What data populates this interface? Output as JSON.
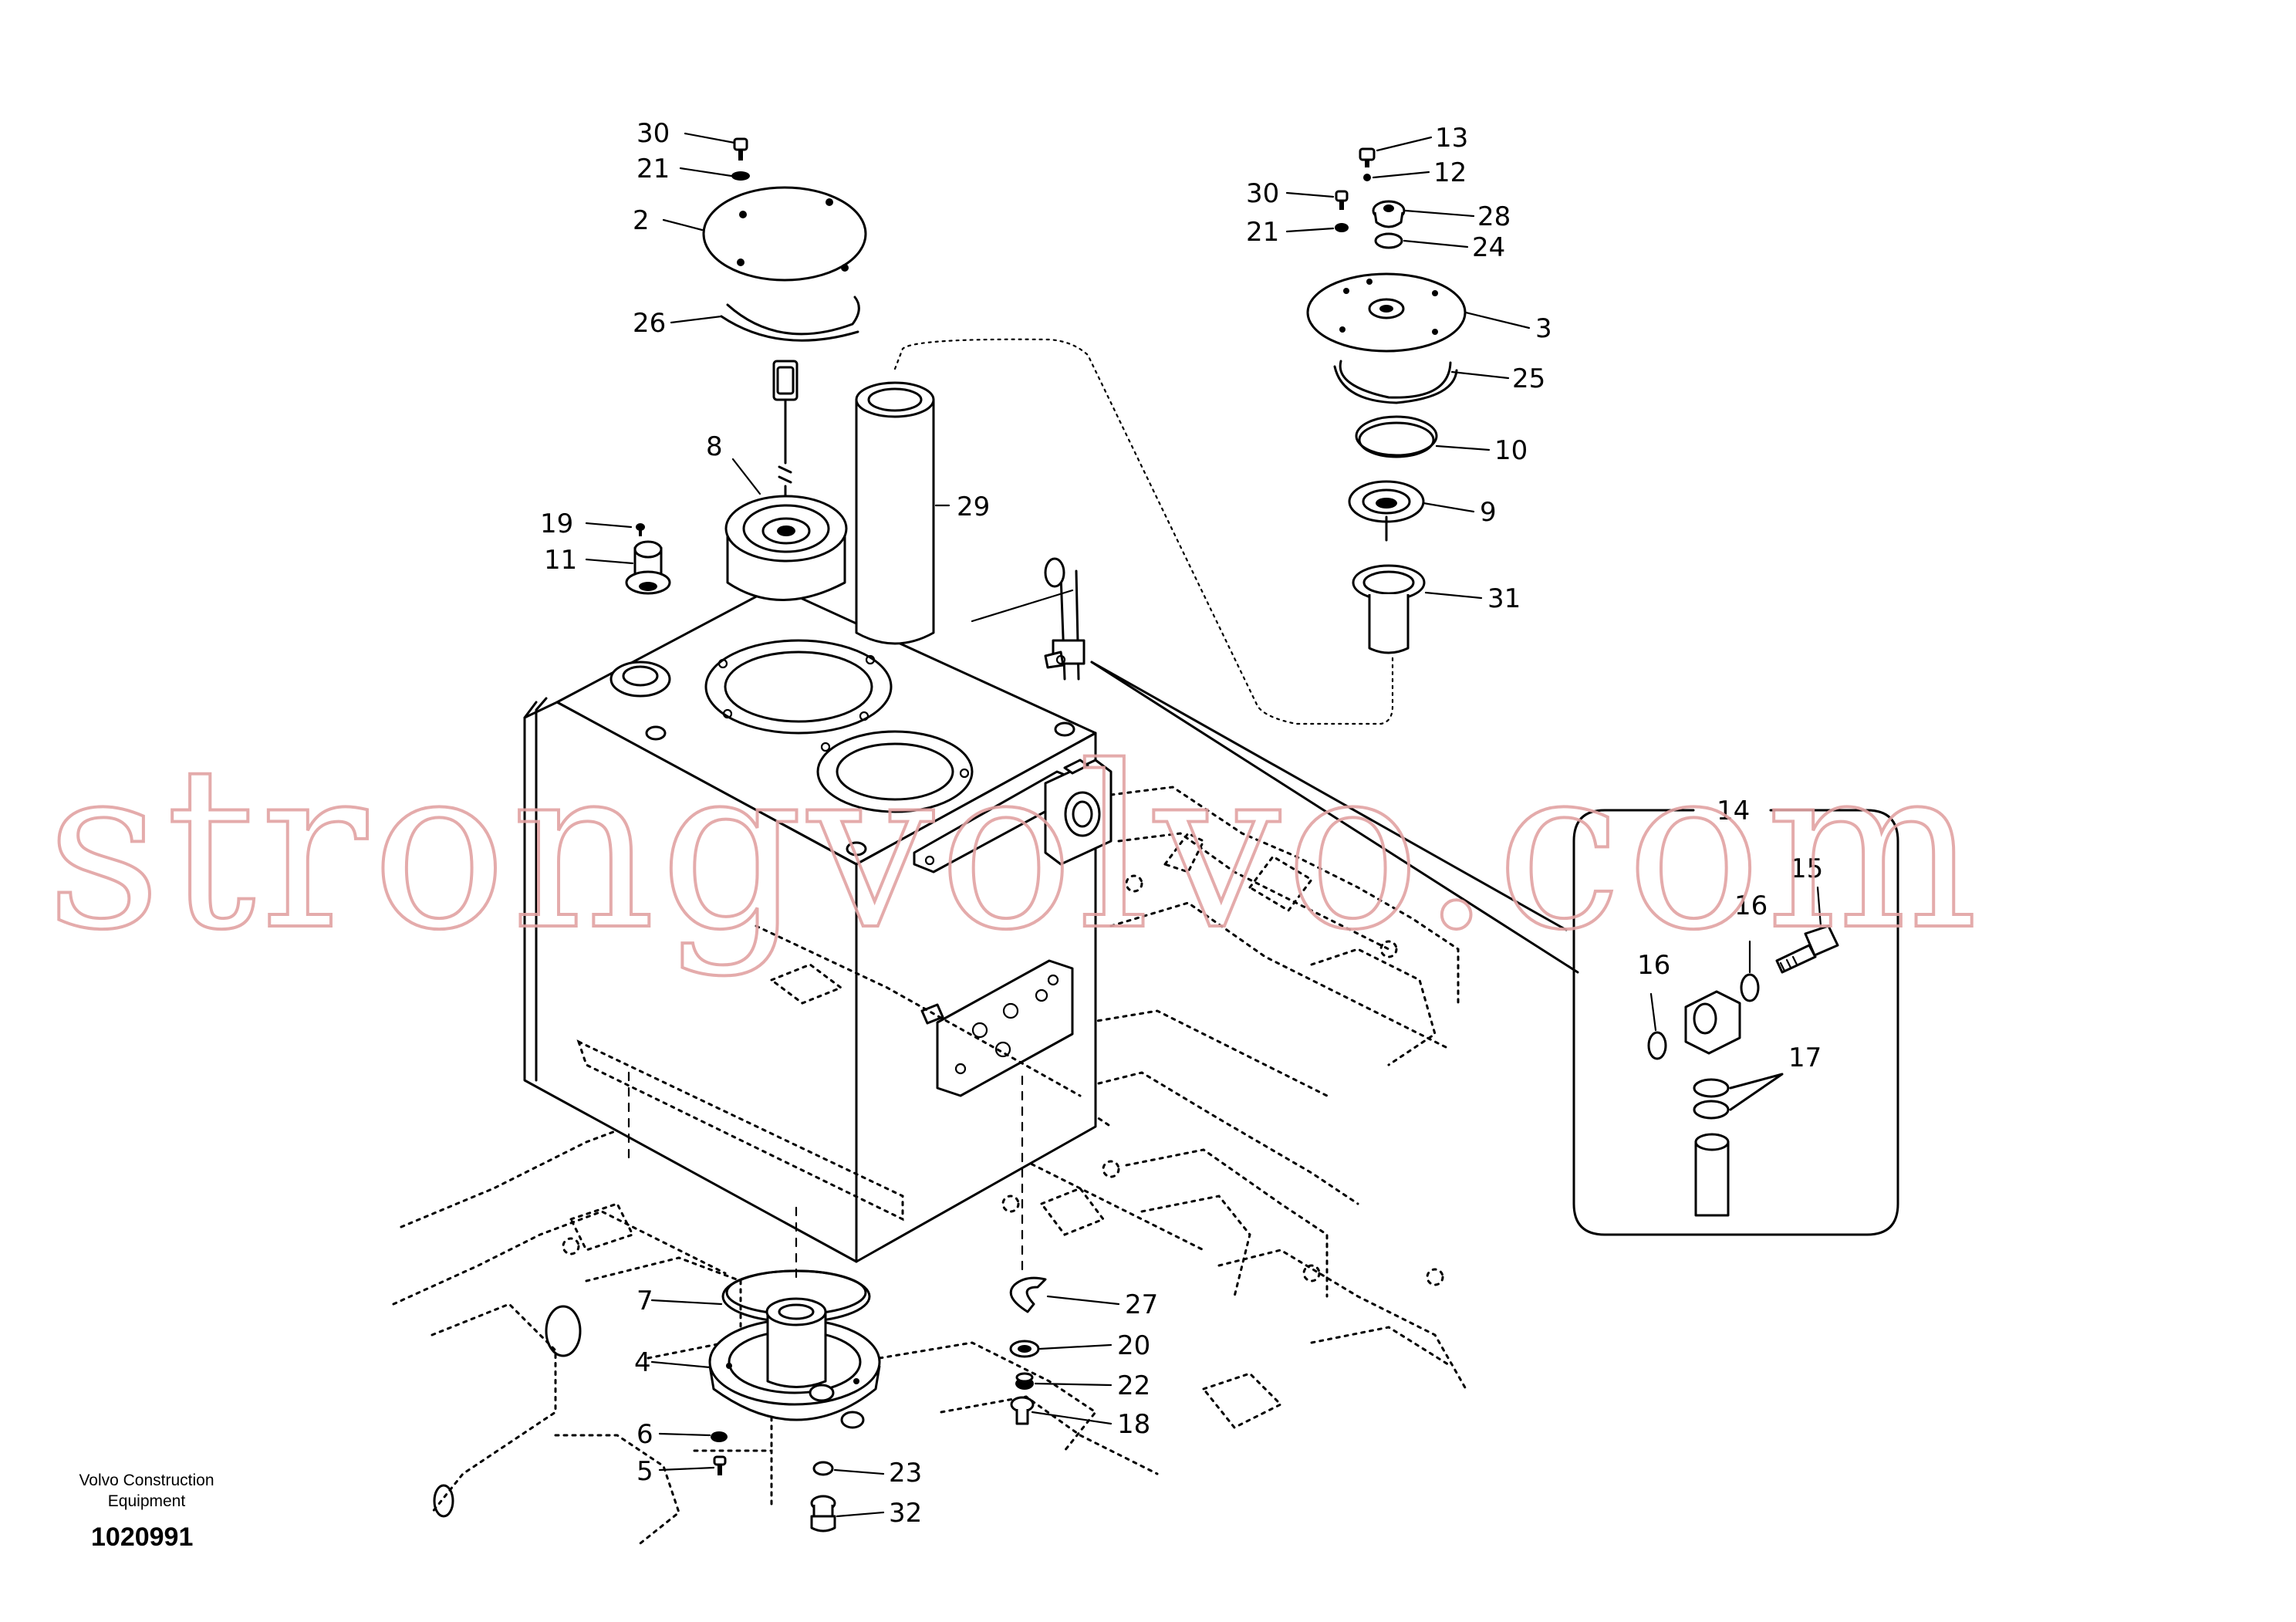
{
  "watermark": "strongvolvo.com",
  "footer": {
    "company_line1": "Volvo Construction",
    "company_line2": "Equipment",
    "drawing_number": "1020991"
  },
  "callouts": [
    {
      "id": "c30a",
      "text": "30"
    },
    {
      "id": "c21a",
      "text": "21"
    },
    {
      "id": "c2",
      "text": "2"
    },
    {
      "id": "c26",
      "text": "26"
    },
    {
      "id": "c8",
      "text": "8"
    },
    {
      "id": "c29",
      "text": "29"
    },
    {
      "id": "c19",
      "text": "19"
    },
    {
      "id": "c11",
      "text": "11"
    },
    {
      "id": "c13",
      "text": "13"
    },
    {
      "id": "c12",
      "text": "12"
    },
    {
      "id": "c30b",
      "text": "30"
    },
    {
      "id": "c28",
      "text": "28"
    },
    {
      "id": "c21b",
      "text": "21"
    },
    {
      "id": "c24",
      "text": "24"
    },
    {
      "id": "c3",
      "text": "3"
    },
    {
      "id": "c25",
      "text": "25"
    },
    {
      "id": "c10",
      "text": "10"
    },
    {
      "id": "c9",
      "text": "9"
    },
    {
      "id": "c31",
      "text": "31"
    },
    {
      "id": "c14",
      "text": "14"
    },
    {
      "id": "c15",
      "text": "15"
    },
    {
      "id": "c16a",
      "text": "16"
    },
    {
      "id": "c16b",
      "text": "16"
    },
    {
      "id": "c17",
      "text": "17"
    },
    {
      "id": "c7",
      "text": "7"
    },
    {
      "id": "c4",
      "text": "4"
    },
    {
      "id": "c6",
      "text": "6"
    },
    {
      "id": "c5",
      "text": "5"
    },
    {
      "id": "c27",
      "text": "27"
    },
    {
      "id": "c20",
      "text": "20"
    },
    {
      "id": "c22",
      "text": "22"
    },
    {
      "id": "c18",
      "text": "18"
    },
    {
      "id": "c23",
      "text": "23"
    },
    {
      "id": "c32",
      "text": "32"
    }
  ]
}
